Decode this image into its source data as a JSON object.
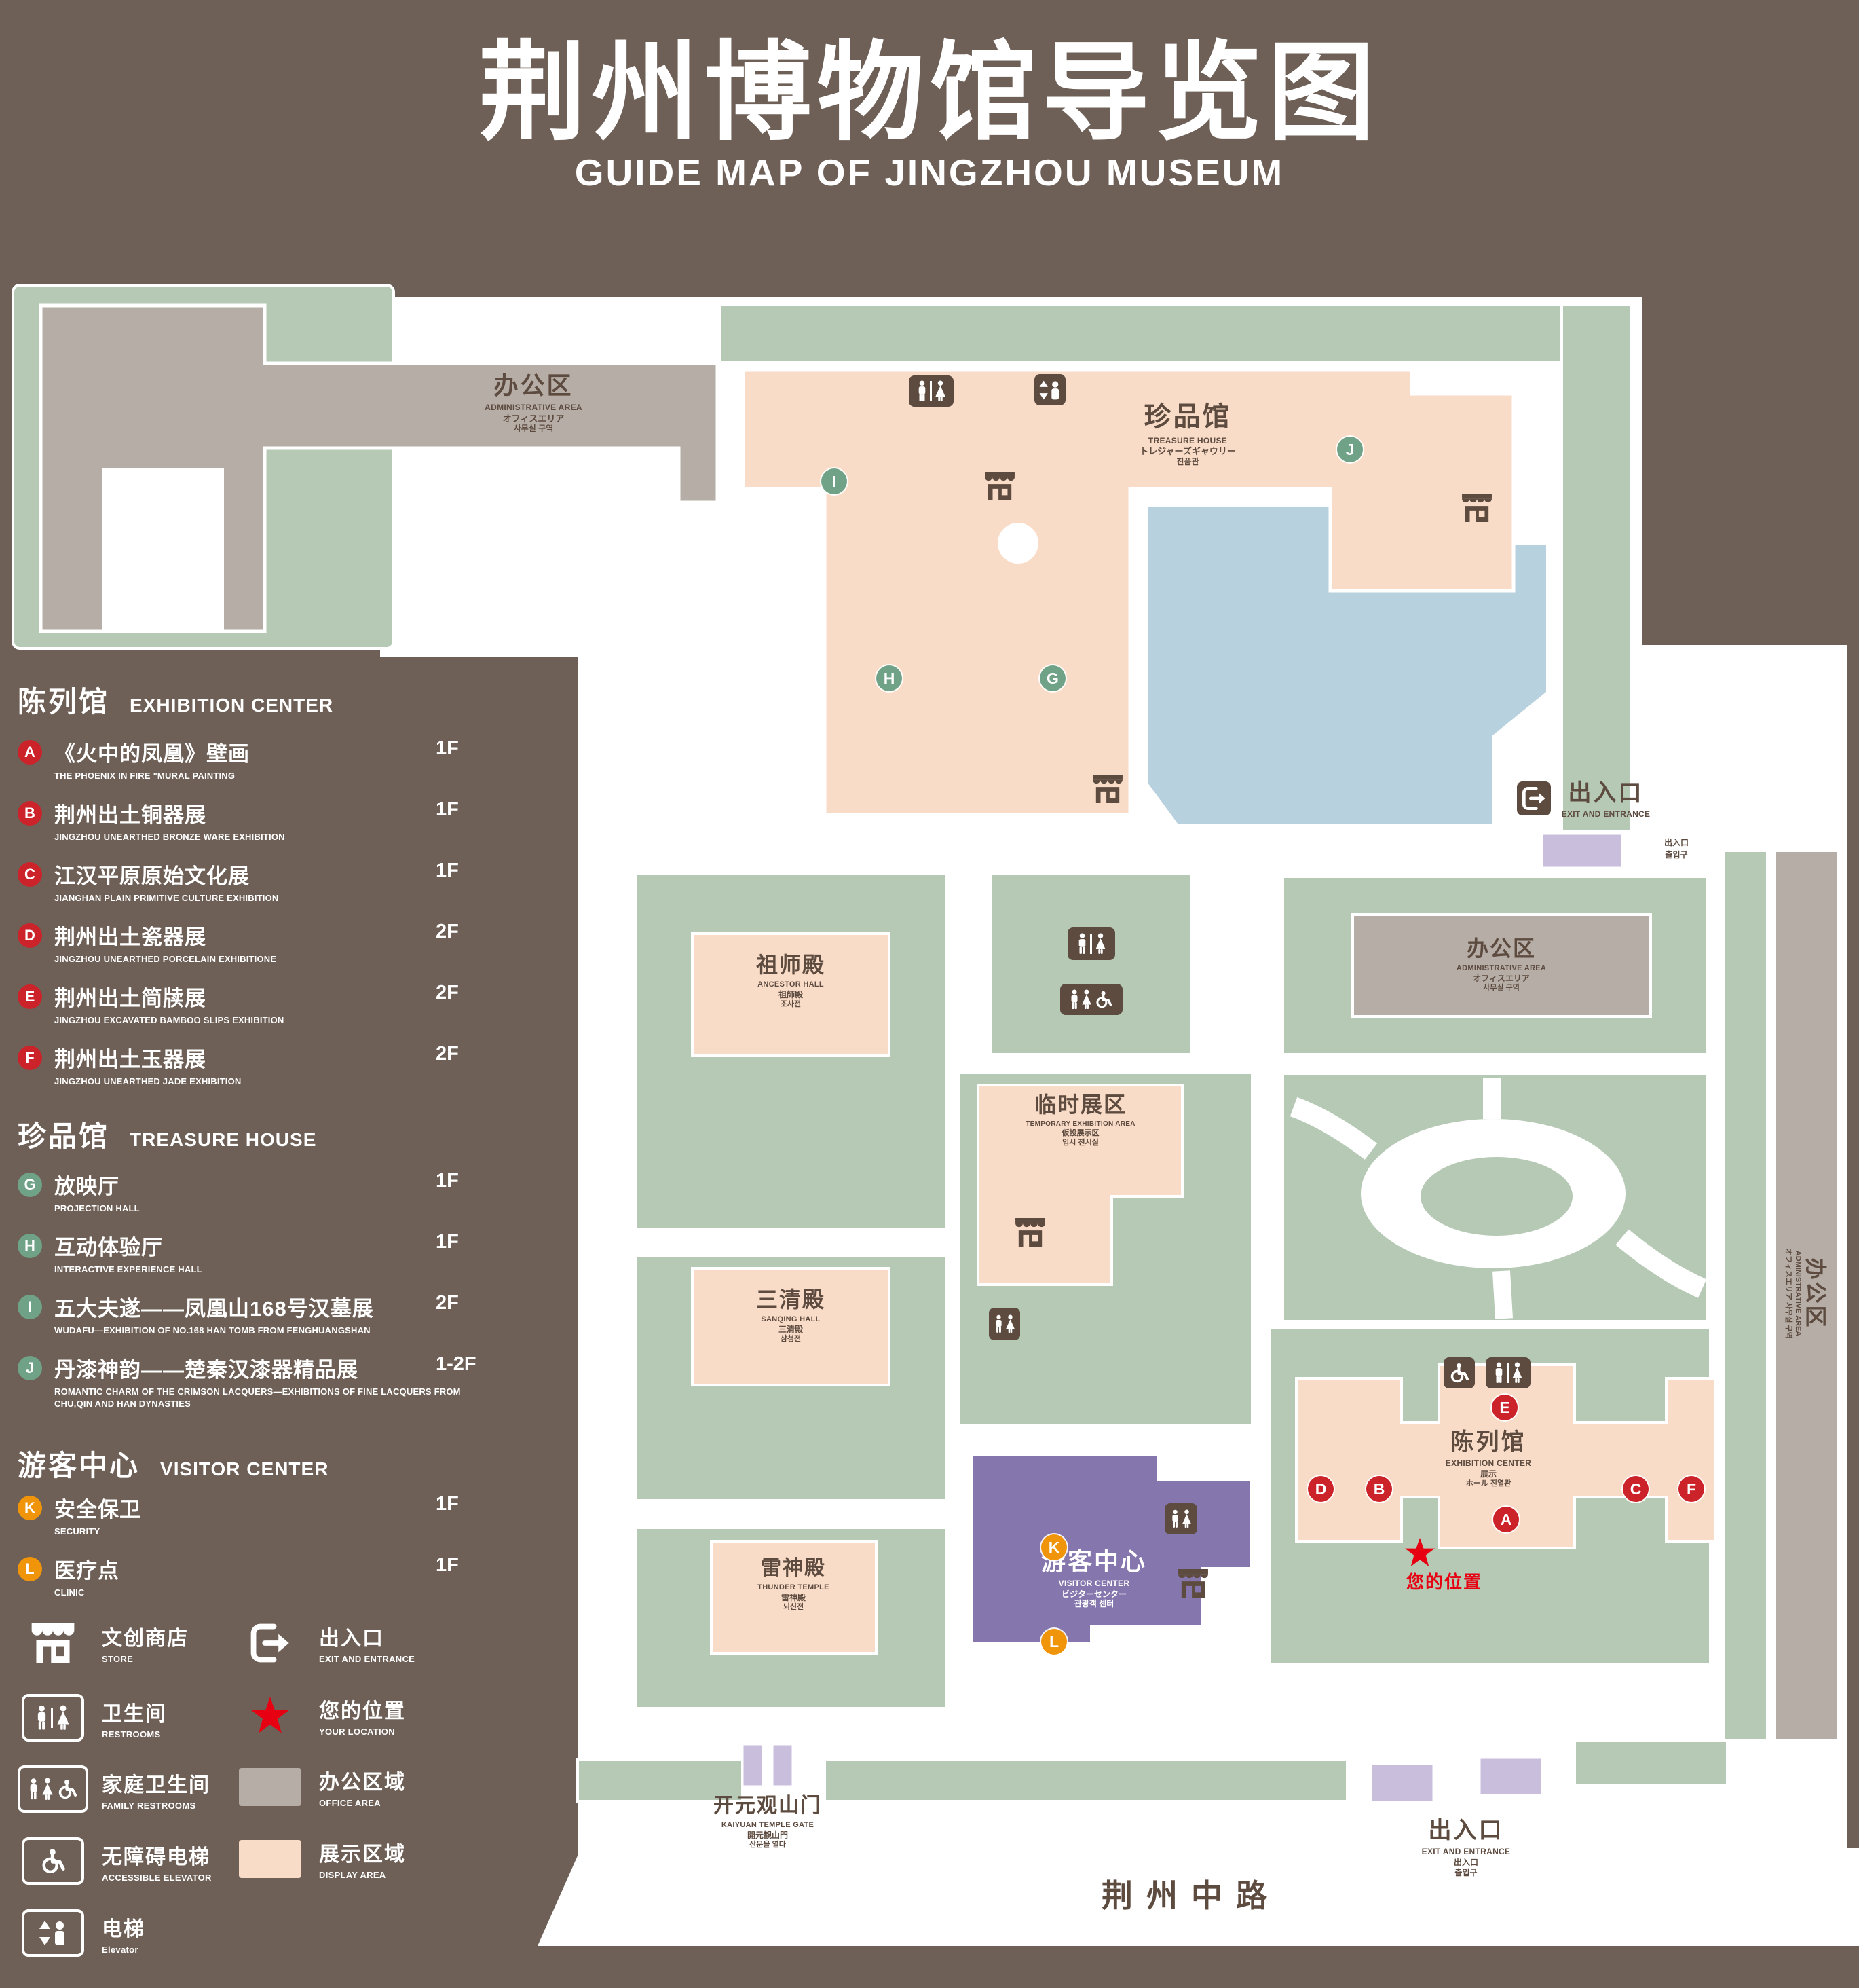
{
  "title": {
    "zh": "荆州博物馆导览图",
    "en": "GUIDE MAP OF JINGZHOU MUSEUM"
  },
  "legend": {
    "sections": [
      {
        "zh": "陈列馆",
        "en": "EXHIBITION CENTER",
        "items": [
          {
            "marker": "A",
            "zh": "《火中的凤凰》壁画",
            "en": "THE PHOENIX IN FIRE \"MURAL PAINTING",
            "floor": "1F"
          },
          {
            "marker": "B",
            "zh": "荆州出土铜器展",
            "en": "JINGZHOU UNEARTHED BRONZE WARE EXHIBITION",
            "floor": "1F"
          },
          {
            "marker": "C",
            "zh": "江汉平原原始文化展",
            "en": "JIANGHAN PLAIN PRIMITIVE CULTURE EXHIBITION",
            "floor": "1F"
          },
          {
            "marker": "D",
            "zh": "荆州出土瓷器展",
            "en": "JINGZHOU UNEARTHED PORCELAIN EXHIBITIONE",
            "floor": "2F"
          },
          {
            "marker": "E",
            "zh": "荆州出土简牍展",
            "en": "JINGZHOU EXCAVATED BAMBOO SLIPS EXHIBITION",
            "floor": "2F"
          },
          {
            "marker": "F",
            "zh": "荆州出土玉器展",
            "en": "JINGZHOU UNEARTHED JADE EXHIBITION",
            "floor": "2F"
          }
        ]
      },
      {
        "zh": "珍品馆",
        "en": "TREASURE HOUSE",
        "items": [
          {
            "marker": "G",
            "zh": "放映厅",
            "en": "PROJECTION HALL",
            "floor": "1F"
          },
          {
            "marker": "H",
            "zh": "互动体验厅",
            "en": "INTERACTIVE EXPERIENCE HALL",
            "floor": "1F"
          },
          {
            "marker": "I",
            "zh": "五大夫遂——凤凰山168号汉墓展",
            "en": "WUDAFU—EXHIBITION OF NO.168 HAN TOMB FROM FENGHUANGSHAN",
            "floor": "2F"
          },
          {
            "marker": "J",
            "zh": "丹漆神韵——楚秦汉漆器精品展",
            "en": "ROMANTIC CHARM OF THE CRIMSON LACQUERS—EXHIBITIONS OF FINE LACQUERS FROM CHU,QIN AND HAN DYNASTIES",
            "floor": "1-2F"
          }
        ]
      },
      {
        "zh": "游客中心",
        "en": "VISITOR CENTER",
        "items": [
          {
            "marker": "K",
            "zh": "安全保卫",
            "en": "SECURITY",
            "floor": "1F"
          },
          {
            "marker": "L",
            "zh": "医疗点",
            "en": "CLINIC",
            "floor": "1F"
          }
        ]
      }
    ],
    "symbols": [
      {
        "zh": "文创商店",
        "en": "STORE"
      },
      {
        "zh": "出入口",
        "en": "EXIT AND ENTRANCE"
      },
      {
        "zh": "卫生间",
        "en": "RESTROOMS"
      },
      {
        "zh": "您的位置",
        "en": "YOUR LOCATION"
      },
      {
        "zh": "家庭卫生间",
        "en": "FAMILY RESTROOMS"
      },
      {
        "zh": "办公区域",
        "en": "OFFICE AREA"
      },
      {
        "zh": "无障碍电梯",
        "en": "ACCESSIBLE ELEVATOR"
      },
      {
        "zh": "展示区域",
        "en": "DISPLAY AREA"
      },
      {
        "zh": "电梯",
        "en": "Elevator"
      }
    ]
  },
  "map": {
    "admin_top_left": {
      "zh": "办公区",
      "en": "ADMINISTRATIVE AREA",
      "ja": "オフィスエリア",
      "ko": "사무실 구역"
    },
    "treasure_house": {
      "zh": "珍品馆",
      "en": "TREASURE HOUSE",
      "ja": "トレジャーズギャウリー",
      "ko": "진품관"
    },
    "exit_top_right": {
      "zh": "出入口",
      "en": "EXIT AND ENTRANCE",
      "ja": "出入口",
      "ko": "출입구"
    },
    "admin_center": {
      "zh": "办公区",
      "en": "ADMINISTRATIVE AREA",
      "ja": "オフィスエリア",
      "ko": "사무실 구역"
    },
    "admin_right": {
      "zh": "办公区",
      "en": "ADMINISTRATIVE AREA",
      "ja": "オフィスエリア",
      "ko": "사무실 구역"
    },
    "ancestor_hall": {
      "zh": "祖师殿",
      "en": "ANCESTOR HALL",
      "ja": "祖師殿",
      "ko": "조사전"
    },
    "temporary_area": {
      "zh": "临时展区",
      "en": "TEMPORARY EXHIBITION AREA",
      "ja": "仮設展示区",
      "ko": "임시 전시실"
    },
    "sanqing_hall": {
      "zh": "三清殿",
      "en": "SANQING HALL",
      "ja": "三清殿",
      "ko": "삼청전"
    },
    "thunder_temple": {
      "zh": "雷神殿",
      "en": "THUNDER TEMPLE",
      "ja": "雷神殿",
      "ko": "뇌신전"
    },
    "visitor_center": {
      "zh": "游客中心",
      "en": "VISITOR CENTER",
      "ja": "ビジターセンター",
      "ko": "관광객 센터"
    },
    "exhibition_center": {
      "zh": "陈列馆",
      "en": "EXHIBITION CENTER",
      "ja": "展示",
      "ko": "ホール 진열관"
    },
    "your_location": {
      "zh": "您的位置"
    },
    "kaiyuan_gate": {
      "zh": "开元观山门",
      "en": "KAIYUAN TEMPLE GATE",
      "ja": "開元観山門",
      "ko": "산문을 열다"
    },
    "exit_bottom": {
      "zh": "出入口",
      "en": "EXIT AND ENTRANCE",
      "ja": "出入口",
      "ko": "출입구"
    },
    "road": {
      "zh": "荆州中路"
    }
  },
  "colors": {
    "background": "#6e6057",
    "green": "#b6c9b5",
    "display": "#f9dcc8",
    "office": "#b5ada6",
    "pond": "#b7d2de",
    "visitor": "#8577ad",
    "entrance": "#c9bfdd",
    "marker_red": "#cc2229",
    "marker_green": "#6fa287",
    "marker_orange": "#f0940a",
    "location_red": "#e60012",
    "ink": "#5d4b3f"
  }
}
